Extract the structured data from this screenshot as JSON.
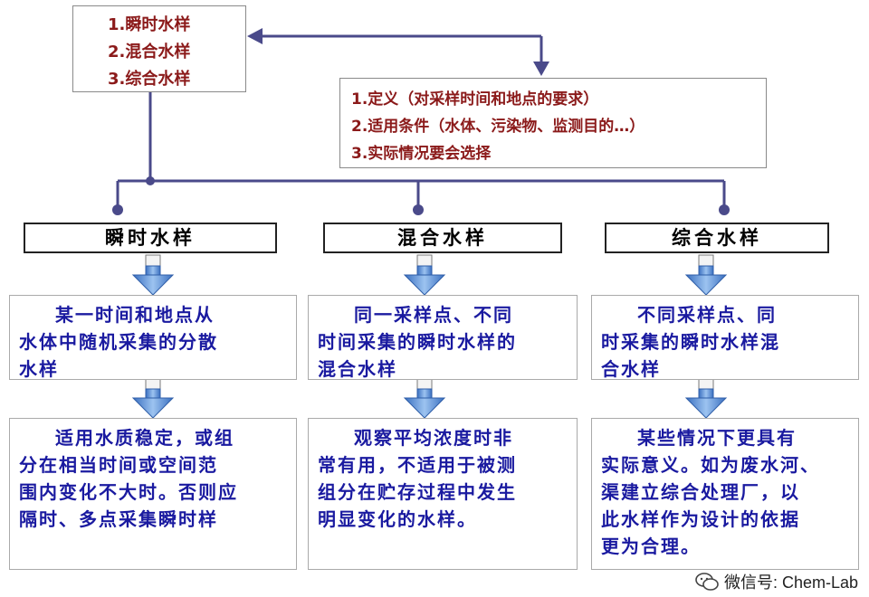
{
  "top_left": [
    "1.瞬时水样",
    "2.混合水样",
    "3.综合水样"
  ],
  "top_right": [
    "1.定义（对采样时间和地点的要求）",
    "2.适用条件（水体、污染物、监测目的…）",
    "3.实际情况要会选择"
  ],
  "columns": [
    {
      "title": "瞬时水样",
      "definition": [
        "某一时间和地点从",
        "水体中随机采集的分散",
        "水样"
      ],
      "usage": [
        "适用水质稳定，或组",
        "分在相当时间或空间范",
        "围内变化不大时。否则应",
        "隔时、多点采集瞬时样"
      ]
    },
    {
      "title": "混合水样",
      "definition": [
        "同一采样点、不同",
        "时间采集的瞬时水样的",
        "混合水样"
      ],
      "usage": [
        "观察平均浓度时非",
        "常有用，不适用于被测",
        "组分在贮存过程中发生",
        "明显变化的水样。"
      ]
    },
    {
      "title": "综合水样",
      "definition": [
        "不同采样点、同",
        "时采集的瞬时水样混",
        "合水样"
      ],
      "usage": [
        "某些情况下更具有",
        "实际意义。如为废水河、",
        "渠建立综合处理厂，以",
        "此水样作为设计的依据",
        "更为合理。"
      ]
    }
  ],
  "watermark": "微信号: Chem-Lab",
  "colors": {
    "connector": "#4a4a8a",
    "arrow_fill": "#5b8fd6",
    "title_text": "#8b1a1a",
    "body_text": "#1a1aa0"
  }
}
